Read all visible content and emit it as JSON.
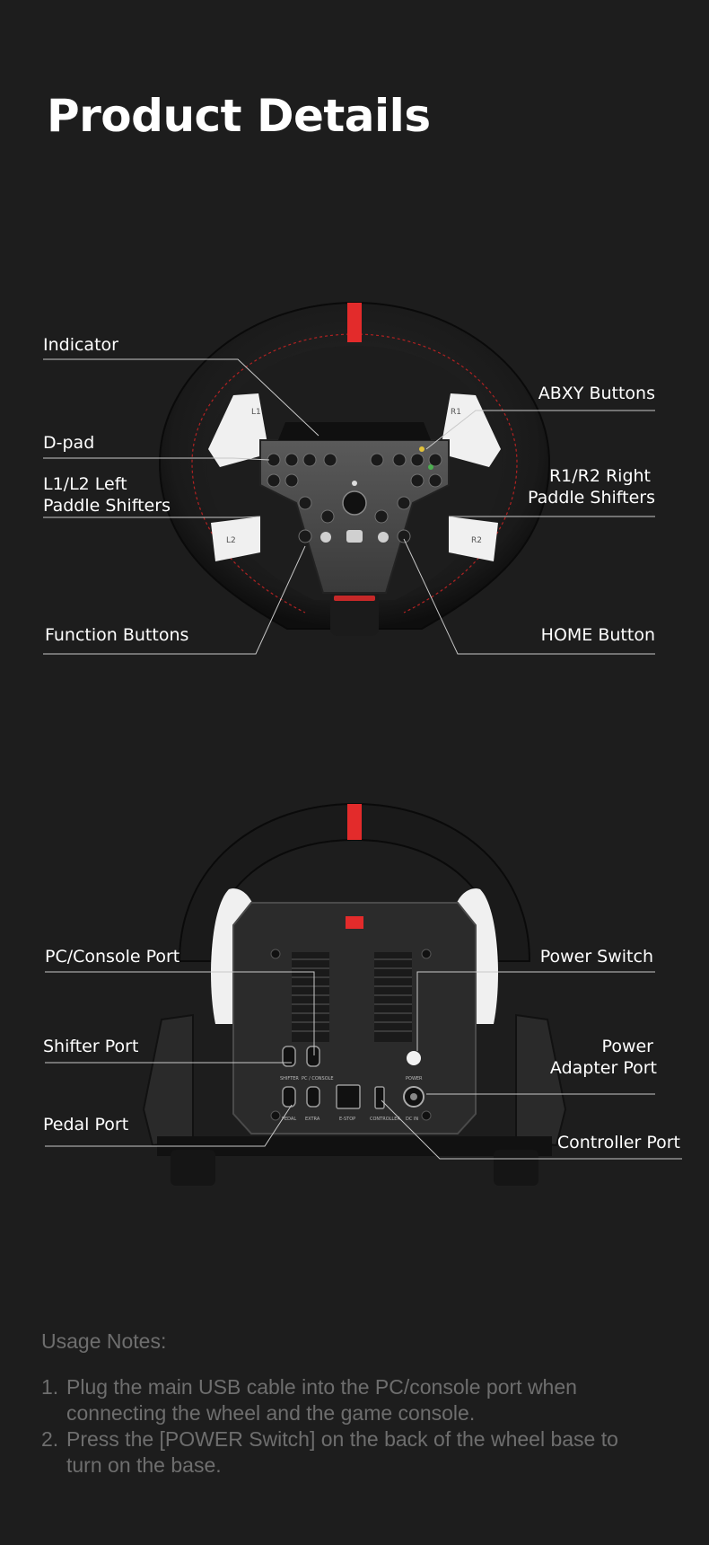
{
  "title": "Product Details",
  "front_view": {
    "callouts": {
      "indicator": "Indicator",
      "dpad": "D-pad",
      "l1l2_line1": "L1/L2 Left",
      "l1l2_line2": "Paddle Shifters",
      "function_buttons": "Function Buttons",
      "abxy": "ABXY Buttons",
      "r1r2_line1": "R1/R2 Right",
      "r1r2_line2": "Paddle Shifters",
      "home": "HOME Button"
    },
    "paddle_labels": {
      "l1": "L1",
      "l2": "L2",
      "r1": "R1",
      "r2": "R2"
    }
  },
  "back_view": {
    "callouts": {
      "pc_console_port": "PC/Console Port",
      "shifter_port": "Shifter Port",
      "pedal_port": "Pedal Port",
      "power_switch": "Power Switch",
      "power_adapter_line1": "Power",
      "power_adapter_line2": "Adapter Port",
      "controller_port": "Controller Port"
    },
    "port_labels": {
      "shifter": "SHIFTER",
      "pc_console": "PC / CONSOLE",
      "pedal": "PEDAL",
      "extra": "EXTRA",
      "e_stop": "E-STOP",
      "controller": "CONTROLLER",
      "power": "POWER",
      "dc_in": "DC IN"
    }
  },
  "usage_notes": {
    "title": "Usage Notes:",
    "items": [
      {
        "num": "1.",
        "text": "Plug the main USB cable into the PC/console port when connecting the wheel and the game console."
      },
      {
        "num": "2.",
        "text": "Press the [POWER Switch] on the back of the wheel base to turn on the base."
      }
    ]
  },
  "colors": {
    "background": "#1d1d1d",
    "accent_red": "#e32b2b",
    "notes_text": "#6e6e6e"
  }
}
